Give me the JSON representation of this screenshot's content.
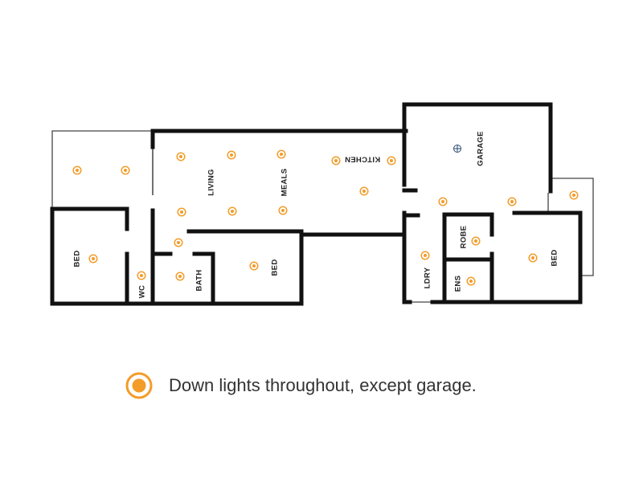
{
  "colors": {
    "wall": "#111111",
    "thin_wall": "#444444",
    "light": "#f39c28",
    "legend_text": "#333333",
    "background": "#ffffff"
  },
  "rooms": [
    {
      "id": "living",
      "label": "LIVING"
    },
    {
      "id": "meals",
      "label": "MEALS"
    },
    {
      "id": "kitchen",
      "label": "KITCHEN"
    },
    {
      "id": "garage",
      "label": "GARAGE"
    },
    {
      "id": "bed-1",
      "label": "BED"
    },
    {
      "id": "wc",
      "label": "WC"
    },
    {
      "id": "bath",
      "label": "BATH"
    },
    {
      "id": "bed-2",
      "label": "BED"
    },
    {
      "id": "ldry",
      "label": "LDRY"
    },
    {
      "id": "robe",
      "label": "ROBE"
    },
    {
      "id": "ens",
      "label": "ENS"
    },
    {
      "id": "bed-3",
      "label": "BED"
    }
  ],
  "fixtures": {
    "down_light_icon": "down-light-icon",
    "garage_fixture_icon": "crosshair-light-icon"
  },
  "legend": {
    "icon": "down-light-icon",
    "text": "Down lights throughout, except garage."
  }
}
